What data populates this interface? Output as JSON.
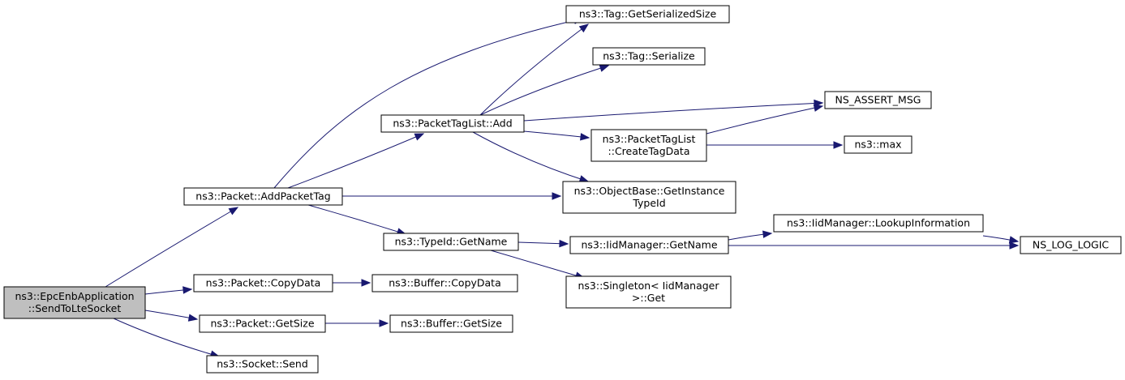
{
  "graph": {
    "nodes": [
      {
        "id": "root",
        "lines": [
          "ns3::EpcEnbApplication",
          "::SendToLteSocket"
        ],
        "root": true
      },
      {
        "id": "addpackettag",
        "lines": [
          "ns3::Packet::AddPacketTag"
        ]
      },
      {
        "id": "copydata",
        "lines": [
          "ns3::Packet::CopyData"
        ]
      },
      {
        "id": "getsize",
        "lines": [
          "ns3::Packet::GetSize"
        ]
      },
      {
        "id": "socketsend",
        "lines": [
          "ns3::Socket::Send"
        ]
      },
      {
        "id": "ptl_add",
        "lines": [
          "ns3::PacketTagList::Add"
        ]
      },
      {
        "id": "typeid_getname",
        "lines": [
          "ns3::TypeId::GetName"
        ]
      },
      {
        "id": "buffer_copydata",
        "lines": [
          "ns3::Buffer::CopyData"
        ]
      },
      {
        "id": "buffer_getsize",
        "lines": [
          "ns3::Buffer::GetSize"
        ]
      },
      {
        "id": "tag_getsersize",
        "lines": [
          "ns3::Tag::GetSerializedSize"
        ]
      },
      {
        "id": "tag_serialize",
        "lines": [
          "ns3::Tag::Serialize"
        ]
      },
      {
        "id": "ptl_createtag",
        "lines": [
          "ns3::PacketTagList",
          "::CreateTagData"
        ]
      },
      {
        "id": "objbase_getinst",
        "lines": [
          "ns3::ObjectBase::GetInstance",
          "TypeId"
        ]
      },
      {
        "id": "iid_getname",
        "lines": [
          "ns3::IidManager::GetName"
        ]
      },
      {
        "id": "singleton_get",
        "lines": [
          "ns3::Singleton< IidManager",
          ">::Get"
        ]
      },
      {
        "id": "ns_assert_msg",
        "lines": [
          "NS_ASSERT_MSG"
        ]
      },
      {
        "id": "ns3_max",
        "lines": [
          "ns3::max"
        ]
      },
      {
        "id": "iid_lookup",
        "lines": [
          "ns3::IidManager::LookupInformation"
        ]
      },
      {
        "id": "ns_log_logic",
        "lines": [
          "NS_LOG_LOGIC"
        ]
      }
    ],
    "edges": [
      [
        "root",
        "addpackettag"
      ],
      [
        "root",
        "copydata"
      ],
      [
        "root",
        "getsize"
      ],
      [
        "root",
        "socketsend"
      ],
      [
        "addpackettag",
        "tag_getsersize"
      ],
      [
        "addpackettag",
        "ptl_add"
      ],
      [
        "addpackettag",
        "objbase_getinst"
      ],
      [
        "addpackettag",
        "typeid_getname"
      ],
      [
        "copydata",
        "buffer_copydata"
      ],
      [
        "getsize",
        "buffer_getsize"
      ],
      [
        "ptl_add",
        "tag_getsersize"
      ],
      [
        "ptl_add",
        "tag_serialize"
      ],
      [
        "ptl_add",
        "ns_assert_msg"
      ],
      [
        "ptl_add",
        "ptl_createtag"
      ],
      [
        "ptl_add",
        "objbase_getinst"
      ],
      [
        "ptl_createtag",
        "ns_assert_msg"
      ],
      [
        "ptl_createtag",
        "ns3_max"
      ],
      [
        "typeid_getname",
        "iid_getname"
      ],
      [
        "typeid_getname",
        "singleton_get"
      ],
      [
        "iid_getname",
        "iid_lookup"
      ],
      [
        "iid_getname",
        "ns_log_logic"
      ],
      [
        "iid_lookup",
        "ns_log_logic"
      ]
    ]
  },
  "colors": {
    "edge": "#191970",
    "root_fill": "#bfbfbf",
    "node_fill": "#ffffff",
    "border": "#000000"
  }
}
